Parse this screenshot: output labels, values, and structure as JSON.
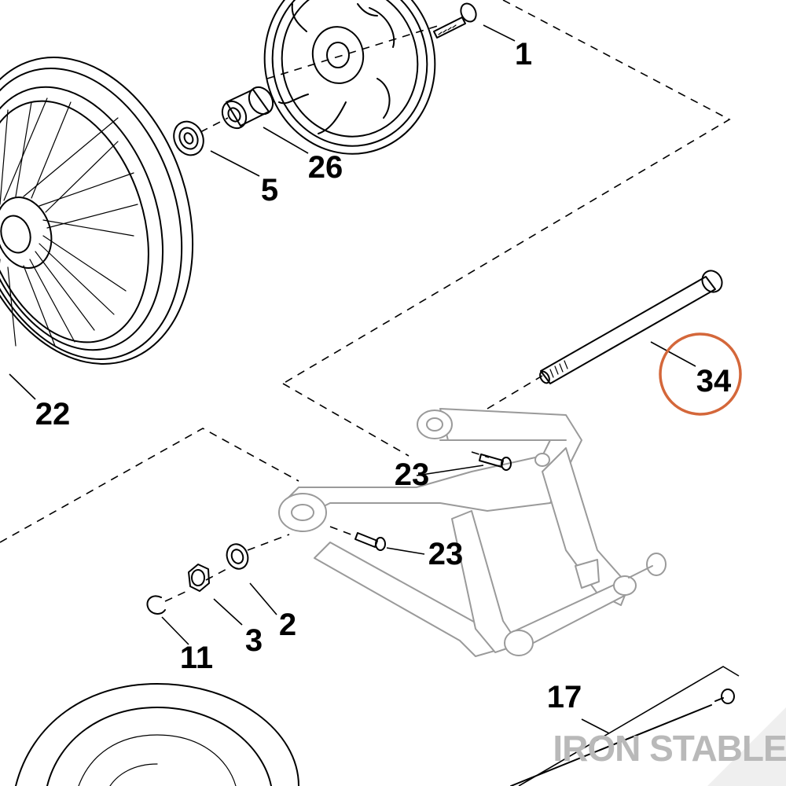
{
  "callouts": [
    {
      "id": "1",
      "label": "1"
    },
    {
      "id": "26",
      "label": "26"
    },
    {
      "id": "5",
      "label": "5"
    },
    {
      "id": "22",
      "label": "22"
    },
    {
      "id": "34",
      "label": "34",
      "highlighted": true
    },
    {
      "id": "23a",
      "label": "23"
    },
    {
      "id": "23b",
      "label": "23"
    },
    {
      "id": "2",
      "label": "2"
    },
    {
      "id": "3",
      "label": "3"
    },
    {
      "id": "11",
      "label": "11"
    },
    {
      "id": "17",
      "label": "17"
    }
  ],
  "watermark": {
    "text": "IRON STABLE"
  },
  "colors": {
    "highlight_ring": "#d4673a",
    "line_art": "#000000",
    "ghosted_swingarm": "#9a9a9a",
    "watermark": "#b9b9b9"
  }
}
